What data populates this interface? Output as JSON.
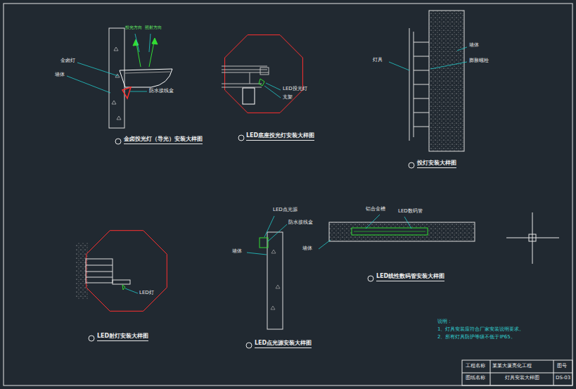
{
  "diagram": {
    "labels": [
      "金卤投光灯（导光）安装大样图",
      "LED底座投光灯安装大样图",
      "投灯安装大样图",
      "LED射灯安装大样图",
      "LED点光源安装大样图",
      "LED线性数码管安装大样图",
      "投光方向",
      "照射方向",
      "金卤灯",
      "墙体",
      "防水接线盒",
      "LED投光灯",
      "支架",
      "灯具",
      "墙体",
      "膨胀螺栓",
      "LED灯",
      "LED点光源",
      "防水接线盒",
      "墙体",
      "铝合金槽",
      "LED数码管",
      "墙体",
      "说明：",
      "1、灯具安装应符合厂家安装说明要求。",
      "2、所有灯具防护等级不低于IP65。",
      "工程名称",
      "某某大厦亮化工程",
      "图号",
      "图纸名称",
      "灯具安装大样图",
      "DS-03"
    ]
  }
}
